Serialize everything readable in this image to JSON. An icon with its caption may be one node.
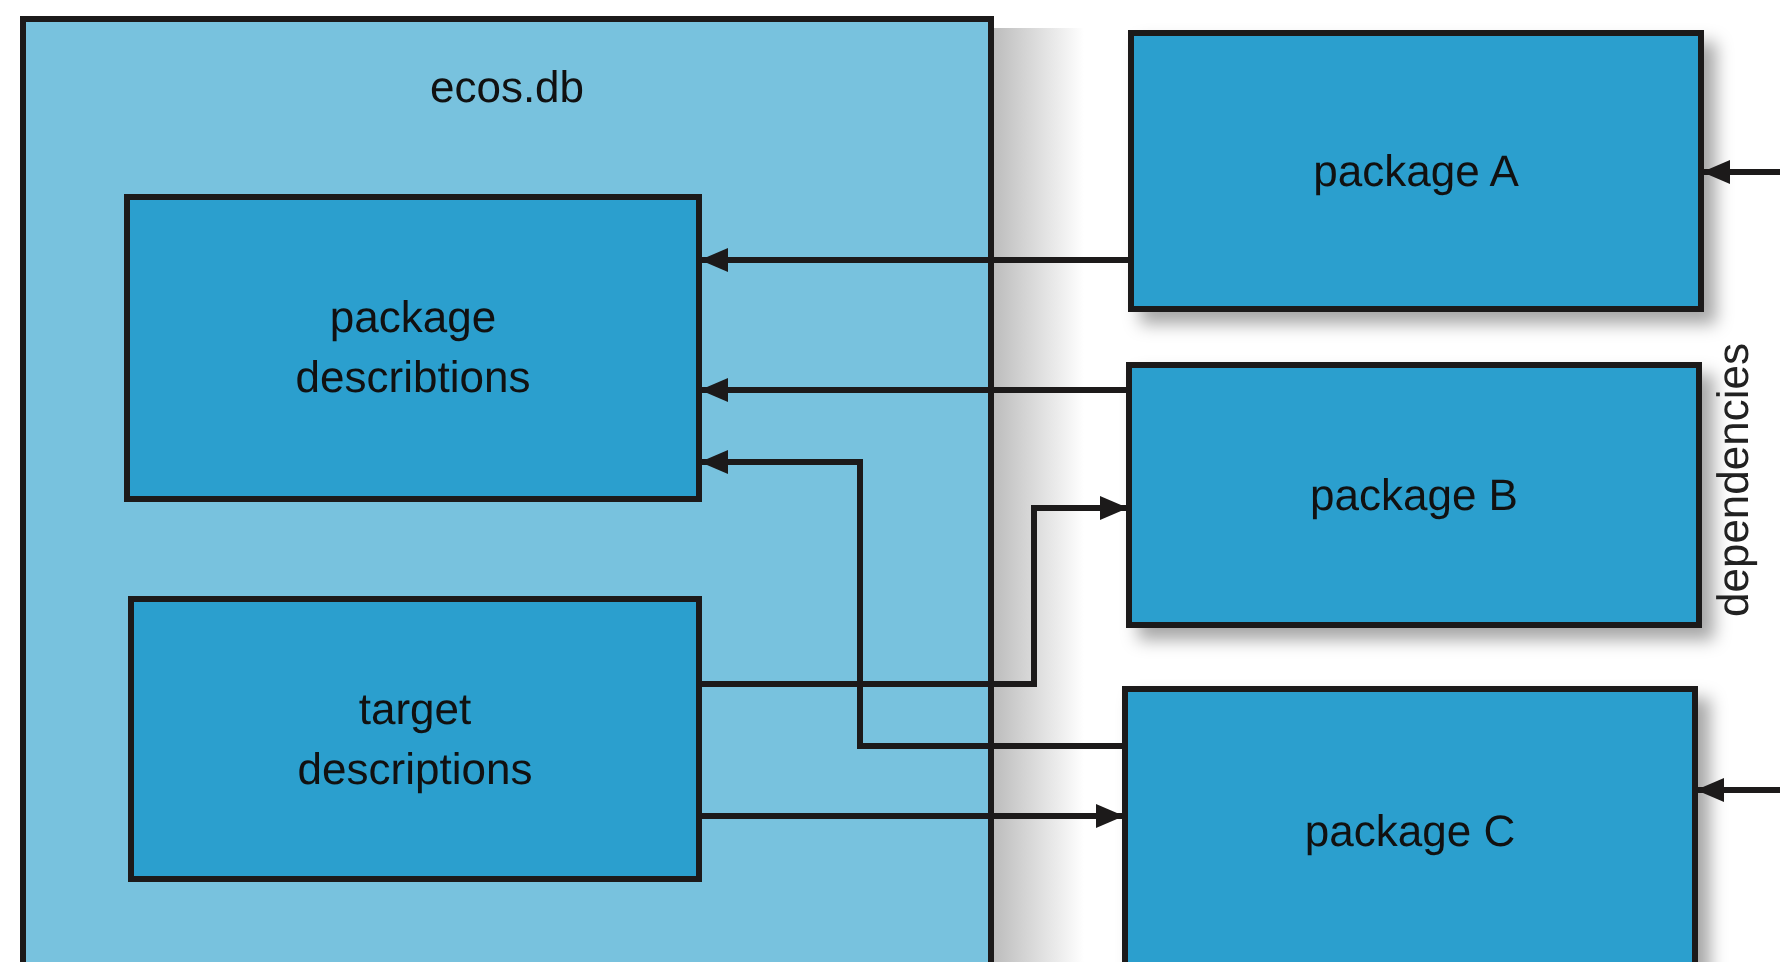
{
  "diagram": {
    "nodes": [
      {
        "text": [
          "ecos.db"
        ]
      },
      {
        "text": [
          "package describtions"
        ],
        "in": 0
      },
      {
        "text": [
          "target descriptions"
        ],
        "in": 0
      },
      {
        "text": [
          "package A"
        ]
      },
      {
        "text": [
          "package B"
        ]
      },
      {
        "text": [
          "package C"
        ]
      }
    ],
    "edges": [
      {
        "from": 3,
        "to": 1,
        "arrow": "to"
      },
      {
        "from": 4,
        "to": 1,
        "arrow": "to"
      },
      {
        "from": 5,
        "to": 1,
        "arrow": "to"
      },
      {
        "from": 2,
        "to": 4,
        "arrow": "to"
      },
      {
        "from": 2,
        "to": 5,
        "arrow": "to"
      },
      {
        "from": null,
        "to": 3,
        "arrow": "to"
      },
      {
        "from": null,
        "to": 5,
        "arrow": "to"
      }
    ],
    "labels": [
      "dependencies"
    ]
  }
}
